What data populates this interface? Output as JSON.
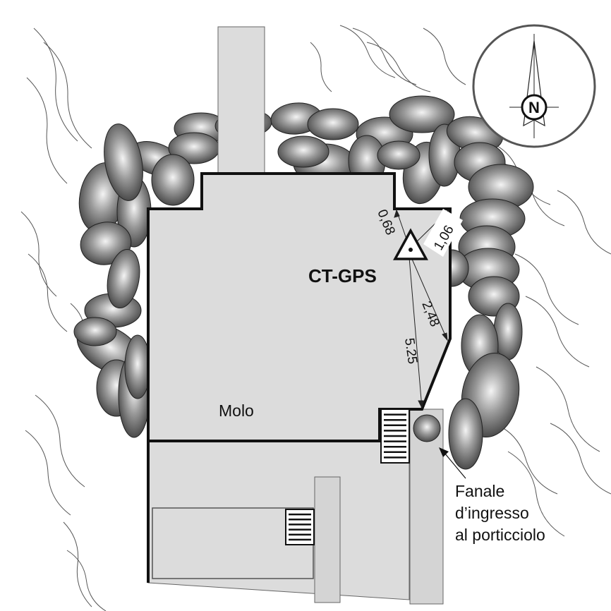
{
  "labels": {
    "pier": "Molo",
    "station": "CT-GPS",
    "lighthouse_line1": "Fanale",
    "lighthouse_line2": "d’ingresso",
    "lighthouse_line3": "al porticciolo"
  },
  "measurements": {
    "d1": "0,68",
    "d2": "1,06",
    "d3": "2,48",
    "d4": "5.25"
  },
  "compass": {
    "north": "N"
  },
  "icons": {
    "compass": "compass-rose-icon",
    "benchmark": "survey-triangle-icon",
    "lighthouse": "lighthouse-light-icon",
    "stairs": "stairs-icon"
  },
  "colors": {
    "pier_fill": "#dcdcdc",
    "pier_outline": "#111111",
    "rock_light": "#f2f2f2",
    "rock_dark": "#3a3a3a",
    "water_lines": "#555555"
  }
}
